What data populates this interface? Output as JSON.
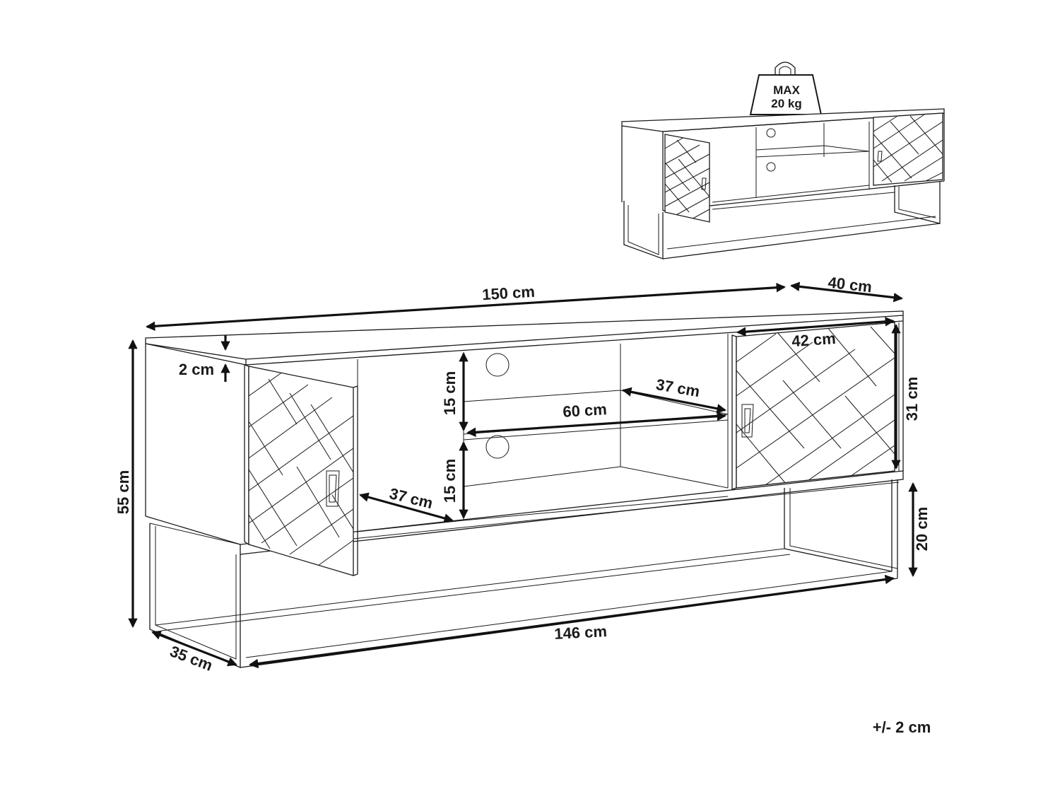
{
  "weight_badge": {
    "line1": "MAX",
    "line2": "20 kg"
  },
  "dimensions": {
    "width_total": "150 cm",
    "depth_total": "40 cm",
    "top_thickness": "2 cm",
    "height_total": "55 cm",
    "door_width": "42 cm",
    "door_height": "31 cm",
    "shelf_depth_right": "37 cm",
    "shelf_width": "60 cm",
    "shelf_gap_top": "15 cm",
    "shelf_gap_bottom": "15 cm",
    "shelf_depth_left": "37 cm",
    "leg_height": "20 cm",
    "frame_width": "146 cm",
    "frame_depth": "35 cm"
  },
  "tolerance": "+/- 2 cm"
}
